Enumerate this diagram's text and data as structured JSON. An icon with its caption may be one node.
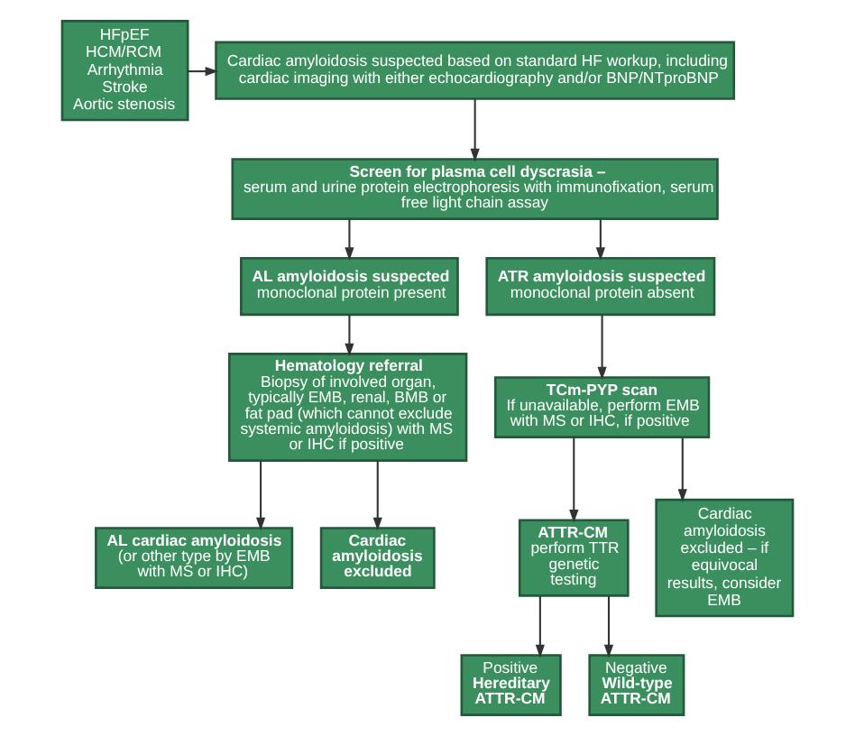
{
  "diagram": {
    "nodes": [
      {
        "text": [
          "HFpEF",
          "HCM/RCM",
          "Arrhythmia",
          "Stroke",
          "Aortic stenosis"
        ]
      },
      {
        "text": [
          "Cardiac amyloidosis suspected based on standard HF workup, including cardiac imaging with either echocardiography and/or BNP/NTproBNP"
        ]
      },
      {
        "text": [
          "**Screen for plasma cell dyscrasia –** serum and urine protein electrophoresis with immunofixation, serum free light chain assay"
        ]
      },
      {
        "text": [
          "**AL amyloidosis suspected**",
          "monoclonal protein present"
        ]
      },
      {
        "text": [
          "**ATR amyloidosis suspected**",
          "monoclonal protein absent"
        ]
      },
      {
        "text": [
          "**Hematology referral**",
          "Biopsy of involved organ, typically EMB, renal, BMB or fat pad (which cannot exclude systemic amyloidosis) with MS or IHC if positive"
        ]
      },
      {
        "text": [
          "**TCm-PYP scan**",
          "If unavailable, perform EMB with MS or IHC, if positive"
        ]
      },
      {
        "text": [
          "**AL cardiac amyloidosis**",
          "(or other type by EMB with MS or IHC)"
        ]
      },
      {
        "text": [
          "**Cardiac amyloidosis excluded**"
        ]
      },
      {
        "text": [
          "**ATTR-CM**",
          "perform TTR genetic testing"
        ]
      },
      {
        "text": [
          "Cardiac amyloidosis excluded – if equivocal results, consider EMB"
        ]
      },
      {
        "text": [
          "Positive",
          "**Hereditary ATTR-CM**"
        ]
      },
      {
        "text": [
          "Negative",
          "**Wild-type ATTR-CM**"
        ]
      }
    ],
    "edges": [
      {
        "from": 0,
        "to": 1,
        "arrow": "to"
      },
      {
        "from": 1,
        "to": 2,
        "arrow": "to"
      },
      {
        "from": 2,
        "to": 3,
        "arrow": "to"
      },
      {
        "from": 2,
        "to": 4,
        "arrow": "to"
      },
      {
        "from": 3,
        "to": 5,
        "arrow": "to"
      },
      {
        "from": 4,
        "to": 6,
        "arrow": "to"
      },
      {
        "from": 5,
        "to": 7,
        "arrow": "to"
      },
      {
        "from": 5,
        "to": 8,
        "arrow": "to"
      },
      {
        "from": 6,
        "to": 9,
        "arrow": "to"
      },
      {
        "from": 6,
        "to": 10,
        "arrow": "to"
      },
      {
        "from": 9,
        "to": 11,
        "arrow": "to"
      },
      {
        "from": 9,
        "to": 12,
        "arrow": "to"
      }
    ]
  }
}
